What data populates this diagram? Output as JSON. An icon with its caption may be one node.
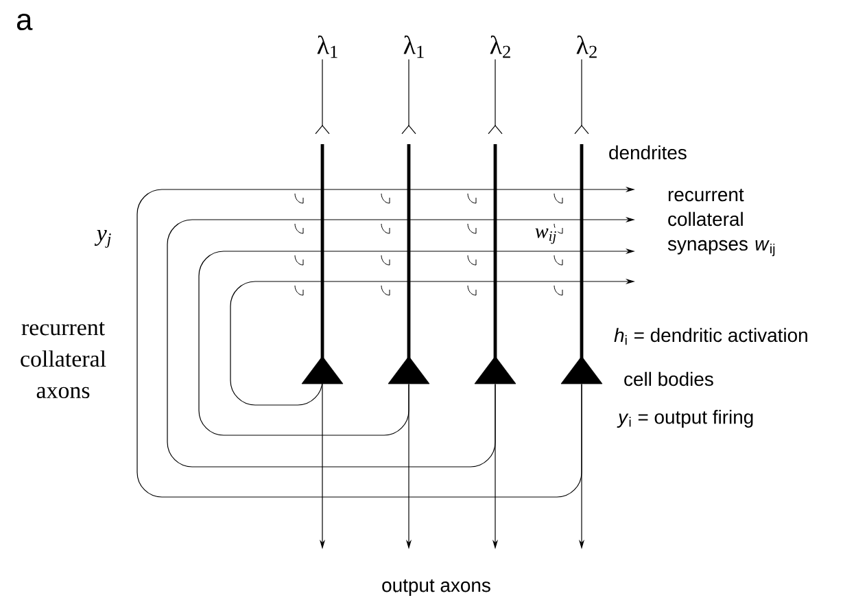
{
  "diagram": {
    "nodes": [
      {
        "text": [
          "λ$_{1}$"
        ]
      },
      {
        "text": [
          "λ$_{1}$"
        ]
      },
      {
        "text": [
          "λ$_{2}$"
        ]
      },
      {
        "text": [
          "λ$_{2}$"
        ]
      },
      {
        "text": [],
        "shape": "bar"
      },
      {
        "text": [],
        "shape": "bar"
      },
      {
        "text": [],
        "shape": "bar"
      },
      {
        "text": [],
        "shape": "bar"
      },
      {
        "text": [],
        "shape": "triangle"
      },
      {
        "text": [],
        "shape": "triangle"
      },
      {
        "text": [],
        "shape": "triangle"
      },
      {
        "text": [],
        "shape": "triangle"
      }
    ],
    "edges": [
      {
        "from": 0,
        "to": 4,
        "arrow": "other"
      },
      {
        "from": 1,
        "to": 5,
        "arrow": "other"
      },
      {
        "from": 2,
        "to": 6,
        "arrow": "other"
      },
      {
        "from": 3,
        "to": 7,
        "arrow": "other"
      },
      {
        "from": 8,
        "to": null,
        "arrow": "to"
      },
      {
        "from": 9,
        "to": null,
        "arrow": "to"
      },
      {
        "from": 10,
        "to": null,
        "arrow": "to"
      },
      {
        "from": 11,
        "to": null,
        "arrow": "to"
      },
      {
        "from": 8,
        "to": null,
        "arrow": "to"
      },
      {
        "from": 9,
        "to": null,
        "arrow": "to"
      },
      {
        "from": 10,
        "to": null,
        "arrow": "to"
      },
      {
        "from": 11,
        "to": null,
        "arrow": "to"
      }
    ],
    "labels": [
      "a",
      "dendrites",
      "recurrent collateral synapses *w*$_{ij}$",
      "y$_{j}$",
      "w$_{ij}$",
      "recurrent collateral axons",
      "*h*$_{i}$ = dendritic activation",
      "cell bodies",
      "*y*$_{i}$ = output firing",
      "output axons"
    ]
  }
}
